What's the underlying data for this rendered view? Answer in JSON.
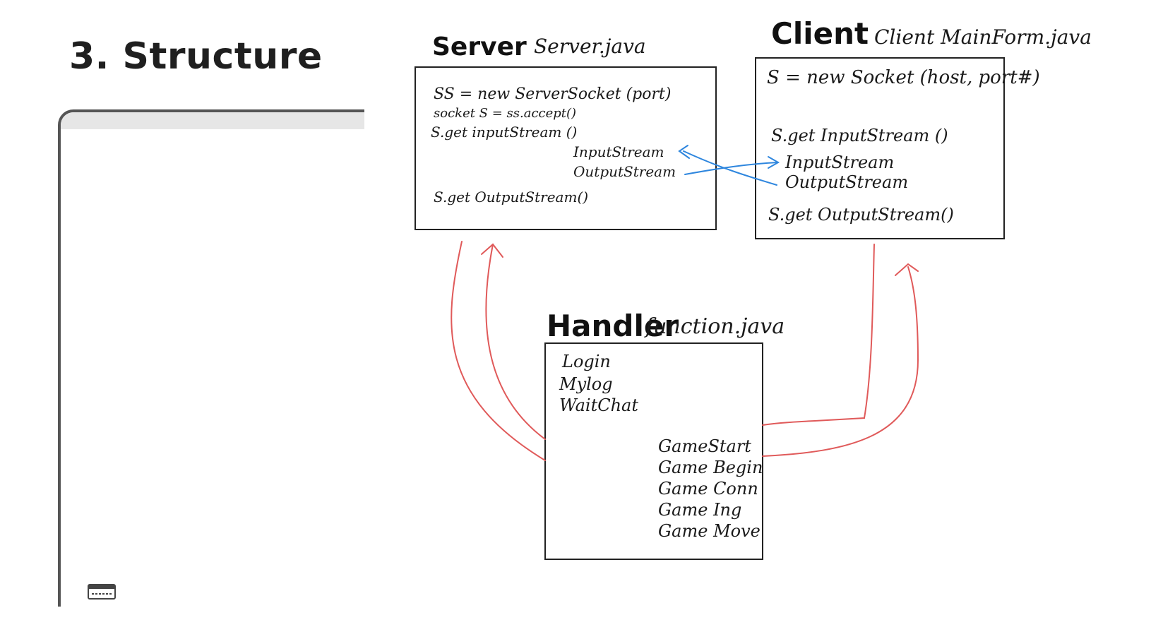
{
  "title": "3. Structure",
  "server": {
    "title": "Server",
    "file": "Server.java",
    "lines": [
      "SS = new ServerSocket (port)",
      "socket S = ss.accept()",
      "S.get inputStream ()",
      "InputStream",
      "OutputStream",
      "S.get OutputStream()"
    ]
  },
  "client": {
    "title": "Client",
    "file": "Client MainForm.java",
    "lines": [
      "S = new Socket (host, port#)",
      "S.get InputStream ()",
      "InputStream",
      "OutputStream",
      "S.get OutputStream()"
    ]
  },
  "handler": {
    "title": "Handler",
    "file": "function.java",
    "left_items": [
      "Login",
      "Mylog",
      "WaitChat"
    ],
    "right_items": [
      "GameStart",
      "Game Begin",
      "Game Conn",
      "Game Ing",
      "Game Move"
    ]
  },
  "colors": {
    "data_arrow": "#2e86de",
    "flow_arrow": "#e05a5a"
  },
  "icons": {
    "bottom": "keyboard-icon"
  }
}
